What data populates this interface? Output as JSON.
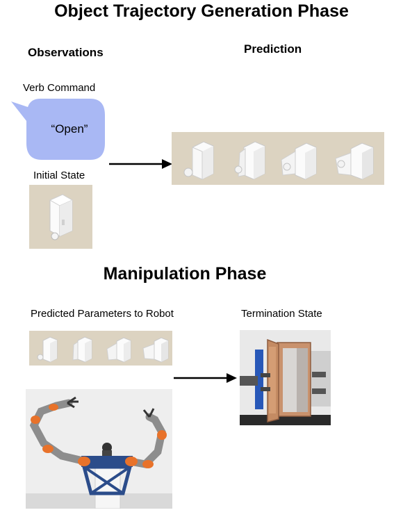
{
  "title_top": "Object Trajectory Generation Phase",
  "observations_heading": "Observations",
  "prediction_heading": "Prediction",
  "verb_command_label": "Verb Command",
  "speech_text": "“Open”",
  "initial_state_label": "Initial State",
  "title_bottom": "Manipulation Phase",
  "predicted_params_label": "Predicted Parameters to Robot",
  "termination_state_label": "Termination State",
  "colors": {
    "speech_bubble": "#a9b8f4",
    "panel_background": "#dcd3c1",
    "object_white": "#f7f7f7",
    "robot_orange": "#e8722a",
    "robot_gray": "#8d8d8d",
    "robot_base_blue": "#2b4c8a",
    "cabinet_wood": "#c9926d",
    "gripper_blue": "#2858b8"
  },
  "icons": {
    "cabinet_frames": "open-cabinet-icon",
    "robot": "dual-arm-robot-icon",
    "arrow": "right-arrow-icon"
  }
}
